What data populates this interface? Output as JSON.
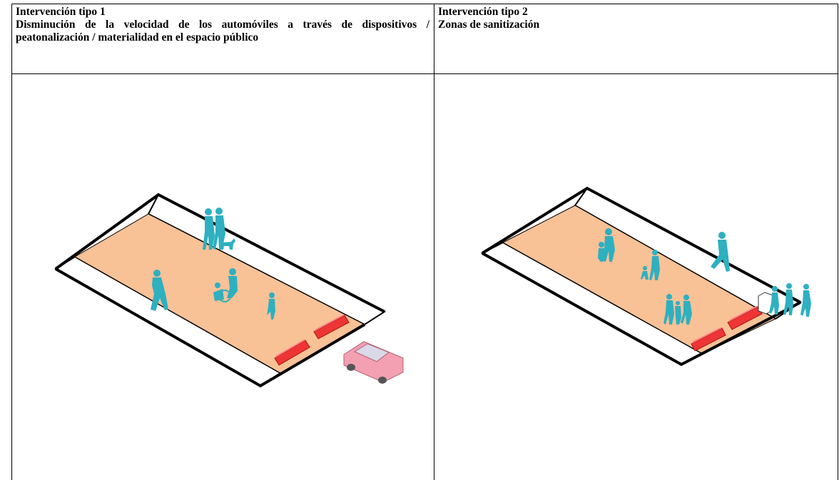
{
  "table": {
    "col1": {
      "title": "Intervención tipo 1",
      "description": "Disminución de la velocidad de los automóviles a través de dispositivos / peatonalización / materialidad en el espacio público"
    },
    "col2": {
      "title": "Intervención tipo 2",
      "description": "Zonas de sanitización"
    }
  },
  "colors": {
    "road": "#f9c196",
    "sidewalk": "#ffffff",
    "figures": "#2eb0c0",
    "barrier": "#ee3535",
    "car": "#f2a0b2",
    "border": "#000000"
  }
}
